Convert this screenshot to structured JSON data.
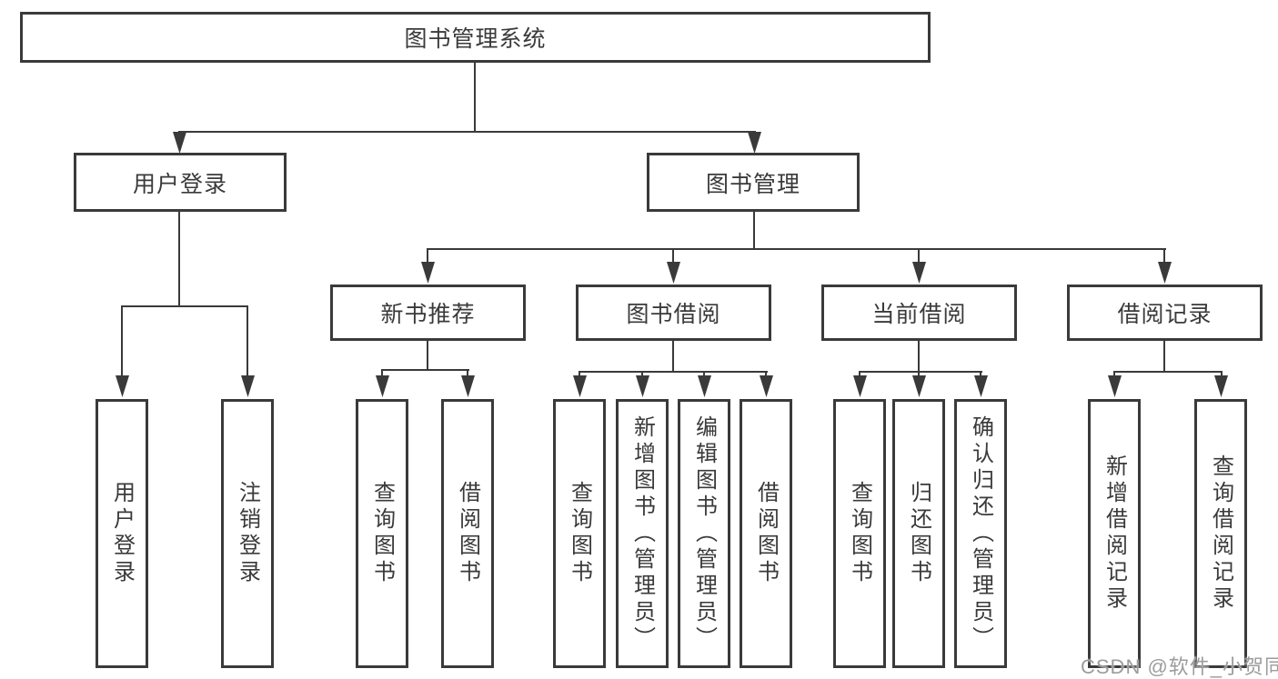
{
  "diagram": {
    "title": "图书管理系统",
    "branches": [
      {
        "label": "用户登录",
        "children": [
          {
            "label": "用户登录"
          },
          {
            "label": "注销登录"
          }
        ]
      },
      {
        "label": "图书管理",
        "children": [
          {
            "label": "新书推荐",
            "children": [
              {
                "label": "查询图书"
              },
              {
                "label": "借阅图书"
              }
            ]
          },
          {
            "label": "图书借阅",
            "children": [
              {
                "label": "查询图书"
              },
              {
                "label": "新增图书（管理员）"
              },
              {
                "label": "编辑图书（管理员）"
              },
              {
                "label": "借阅图书"
              }
            ]
          },
          {
            "label": "当前借阅",
            "children": [
              {
                "label": "查询图书"
              },
              {
                "label": "归还图书"
              },
              {
                "label": "确认归还（管理员）"
              }
            ]
          },
          {
            "label": "借阅记录",
            "children": [
              {
                "label": "新增借阅记录"
              },
              {
                "label": "查询借阅记录"
              }
            ]
          }
        ]
      }
    ],
    "watermark": "CSDN @软件_小贺同学",
    "colors": {
      "line": "#3a3a3a",
      "text": "#3a3a3a",
      "watermark": "#9c9c9c",
      "background": "#ffffff"
    }
  }
}
